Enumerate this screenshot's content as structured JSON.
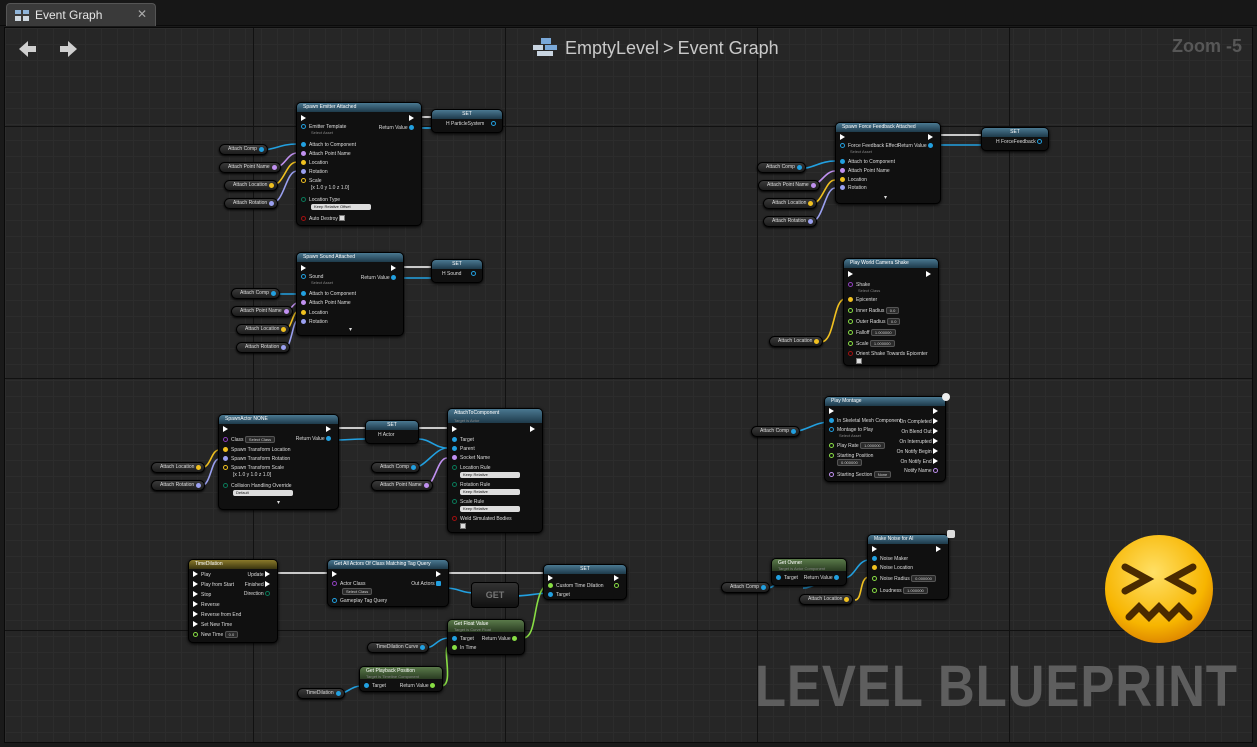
{
  "tab": {
    "title": "Event Graph",
    "close": "✕"
  },
  "breadcrumb": {
    "level": "EmptyLevel",
    "separator": ">",
    "graph": "Event Graph"
  },
  "zoom": "Zoom -5",
  "watermark": "LEVEL BLUEPRINT",
  "nav": {
    "back": "🡨",
    "forward": "🡪"
  },
  "colors": {
    "exec": "#ffffff",
    "object": "#22a0e0",
    "name": "#c090f0",
    "vector": "#f0c020",
    "rotator": "#9aa0f0",
    "float": "#88dd44",
    "bool": "#a01010",
    "enum": "#0a7a5a"
  },
  "nodes": {
    "spawn_emitter": {
      "title": "Spawn Emitter Attached",
      "emitter_template": "Emitter Template",
      "select_asset": "Select Asset",
      "attach_component": "Attach to Component",
      "attach_point": "Attach Point Name",
      "location": "Location",
      "rotation": "Rotation",
      "scale": "Scale",
      "scale_x": "1.0",
      "scale_y": "1.0",
      "scale_z": "1.0",
      "location_type": "Location Type",
      "location_type_value": "Keep Relative Offset",
      "auto_destroy": "Auto Destroy",
      "return_value": "Return Value"
    },
    "set_emitter": {
      "title": "SET",
      "var": "H ParticleSystem"
    },
    "spawn_force": {
      "title": "Spawn Force Feedback Attached",
      "effect": "Force Feedback Effect",
      "select_asset": "Select Asset",
      "attach_component": "Attach to Component",
      "attach_point": "Attach Point Name",
      "location": "Location",
      "rotation": "Rotation",
      "return_value": "Return Value"
    },
    "set_force": {
      "title": "SET",
      "var": "H ForceFeedback"
    },
    "spawn_sound": {
      "title": "Spawn Sound Attached",
      "sound": "Sound",
      "select_asset": "Select Asset",
      "attach_component": "Attach to Component",
      "attach_point": "Attach Point Name",
      "location": "Location",
      "rotation": "Rotation",
      "return_value": "Return Value"
    },
    "set_sound": {
      "title": "SET",
      "var": "H Sound"
    },
    "camera_shake": {
      "title": "Play World Camera Shake",
      "shake": "Shake",
      "select_class": "Select Class",
      "epicenter": "Epicenter",
      "inner_radius": "Inner Radius",
      "inner_radius_val": "0.0",
      "outer_radius": "Outer Radius",
      "outer_radius_val": "0.0",
      "falloff": "Falloff",
      "falloff_val": "1.000000",
      "scale": "Scale",
      "scale_val": "1.000000",
      "orient": "Orient Shake Towards Epicenter"
    },
    "spawn_actor": {
      "title": "SpawnActor NONE",
      "class": "Class",
      "select_class": "Select Class",
      "transform_location": "Spawn Transform Location",
      "transform_rotation": "Spawn Transform Rotation",
      "transform_scale": "Spawn Transform Scale",
      "scale_x": "1.0",
      "scale_y": "1.0",
      "scale_z": "1.0",
      "collision": "Collision Handling Override",
      "collision_value": "Default",
      "return_value": "Return Value"
    },
    "set_actor": {
      "title": "SET",
      "var": "H Actor"
    },
    "attach": {
      "title": "AttachToComponent",
      "subtitle": "Target is Actor",
      "target": "Target",
      "parent": "Parent",
      "socket": "Socket Name",
      "loc_rule": "Location Rule",
      "loc_rule_val": "Keep Relative",
      "rot_rule": "Rotation Rule",
      "rot_rule_val": "Keep Relative",
      "scale_rule": "Scale Rule",
      "scale_rule_val": "Keep Relative",
      "weld": "Weld Simulated Bodies"
    },
    "montage": {
      "title": "Play Montage",
      "skeletal": "In Skeletal Mesh Component",
      "montage": "Montage to Play",
      "select_asset": "Select Asset",
      "play_rate": "Play Rate",
      "play_rate_val": "1.000000",
      "start_pos": "Starting Position",
      "start_pos_val": "0.000000",
      "start_section": "Starting Section",
      "start_section_val": "None",
      "on_completed": "On Completed",
      "on_blend_out": "On Blend Out",
      "on_interrupted": "On Interrupted",
      "on_notify_begin": "On Notify Begin",
      "on_notify_end": "On Notify End",
      "notify_name": "Notify Name"
    },
    "timeline": {
      "title": "TimeDilation",
      "play": "Play",
      "play_start": "Play from Start",
      "stop": "Stop",
      "reverse": "Reverse",
      "reverse_end": "Reverse from End",
      "set_new_time": "Set New Time",
      "new_time": "New Time",
      "new_time_val": "0.0",
      "update": "Update",
      "finished": "Finished",
      "direction": "Direction"
    },
    "get_all_actors": {
      "title": "Get All Actors Of Class Matching Tag Query",
      "actor_class": "Actor Class",
      "select_class": "Select Class",
      "tag_query": "Gameplay Tag Query",
      "out_actors": "Out Actors"
    },
    "set_dilation": {
      "title": "SET",
      "var": "Custom Time Dilation",
      "target": "Target"
    },
    "get_node": {
      "label": "GET"
    },
    "get_float": {
      "title": "Get Float Value",
      "subtitle": "Target is Curve Float",
      "target": "Target",
      "in_time": "In Time",
      "return_value": "Return Value"
    },
    "get_playback": {
      "title": "Get Playback Position",
      "subtitle": "Target is Timeline Component",
      "target": "Target",
      "return_value": "Return Value"
    },
    "get_owner": {
      "title": "Get Owner",
      "subtitle": "Target is Actor Component",
      "target": "Target",
      "return_value": "Return Value"
    },
    "make_noise": {
      "title": "Make Noise for AI",
      "maker": "Noise Maker",
      "location": "Noise Location",
      "radius": "Noise Radius",
      "radius_val": "0.000000",
      "loudness": "Loudness",
      "loudness_val": "1.000000"
    }
  },
  "vars": {
    "attach_comp": "Attach Comp",
    "attach_point": "Attach Point Name",
    "attach_location": "Attach Location",
    "attach_rotation": "Attach Rotation",
    "timedilation_curve": "TimeDilation Curve",
    "timedilation": "TimeDilation"
  }
}
